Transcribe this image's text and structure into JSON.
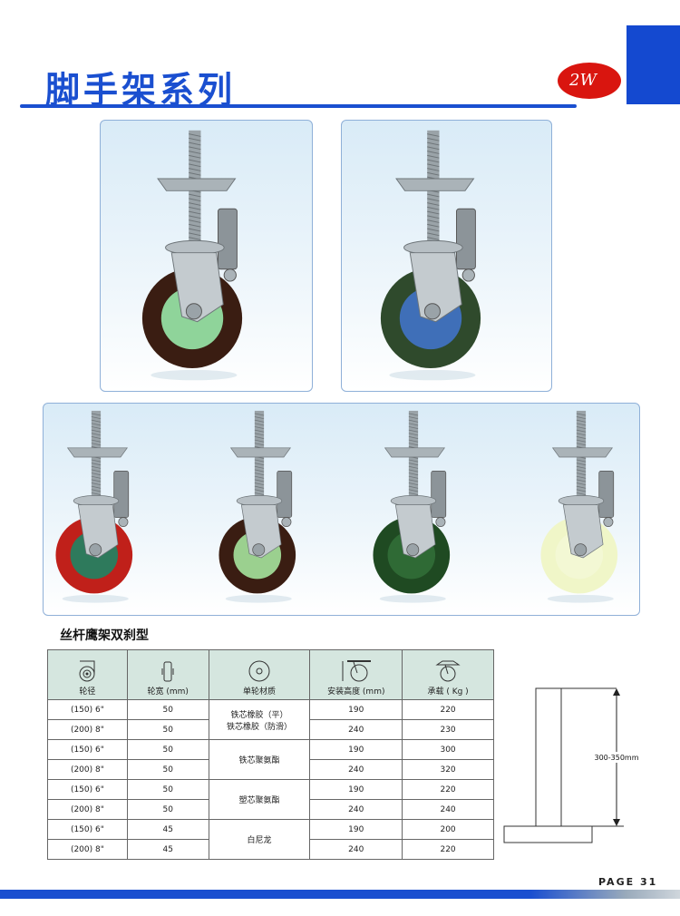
{
  "header": {
    "title": "脚手架系列",
    "logo_text": "2W"
  },
  "products": {
    "top": [
      {
        "wheel": "#3a1d12",
        "hub": "#8fd49a"
      },
      {
        "wheel": "#2f4a2c",
        "hub": "#3f6fb8"
      }
    ],
    "bottom": [
      {
        "wheel": "#c0201a",
        "hub": "#2e7a5c"
      },
      {
        "wheel": "#3a1d12",
        "hub": "#9bd08f"
      },
      {
        "wheel": "#1f4a22",
        "hub": "#2f6a35"
      },
      {
        "wheel": "#f0f6c8",
        "hub": "#f3f8d4"
      }
    ]
  },
  "section": {
    "subtitle": "丝杆鹰架双刹型"
  },
  "table": {
    "headers": [
      "轮径",
      "轮宽 (mm)",
      "单轮材质",
      "安装高度 (mm)",
      "承载 ( Kg )"
    ],
    "rows": [
      {
        "dia": "(150)  6\"",
        "width": "50",
        "height": "190",
        "load": "220"
      },
      {
        "dia": "(200)  8\"",
        "width": "50",
        "height": "240",
        "load": "230"
      },
      {
        "dia": "(150)  6\"",
        "width": "50",
        "height": "190",
        "load": "300"
      },
      {
        "dia": "(200)  8\"",
        "width": "50",
        "height": "240",
        "load": "320"
      },
      {
        "dia": "(150)  6\"",
        "width": "50",
        "height": "190",
        "load": "220"
      },
      {
        "dia": "(200)  8\"",
        "width": "50",
        "height": "240",
        "load": "240"
      },
      {
        "dia": "(150)  6\"",
        "width": "45",
        "height": "190",
        "load": "200"
      },
      {
        "dia": "(200)  8\"",
        "width": "45",
        "height": "240",
        "load": "220"
      }
    ],
    "materials": [
      "铁芯橡胶（平）",
      "铁芯橡胶（防滑）",
      "铁芯聚氨酯",
      "塑芯聚氨酯",
      "白尼龙"
    ]
  },
  "diagram": {
    "dimension": "300-350mm"
  },
  "footer": {
    "page": "PAGE 31"
  }
}
